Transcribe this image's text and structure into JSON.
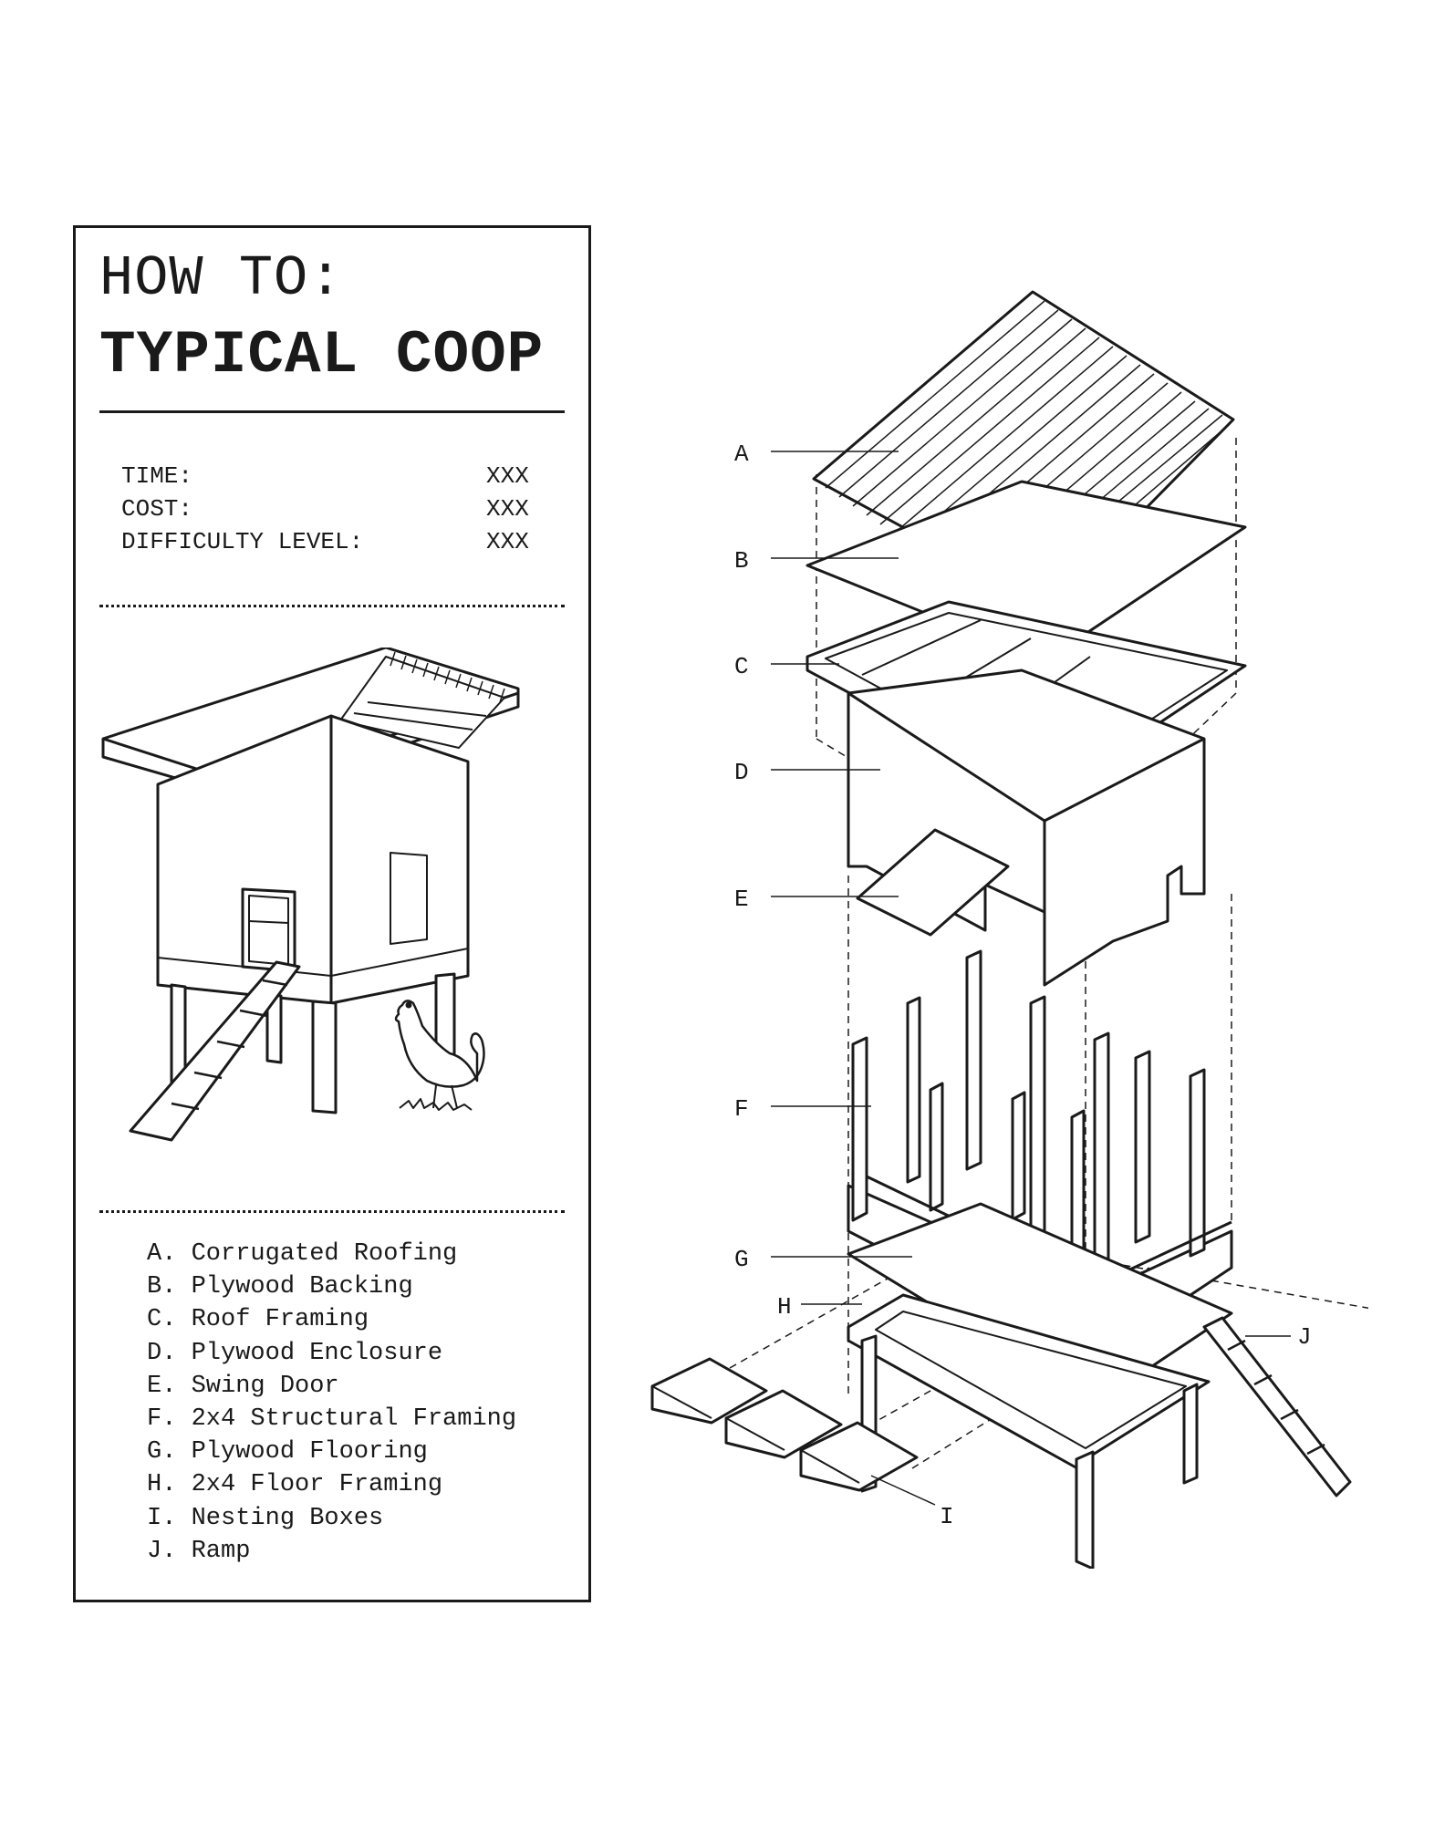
{
  "title": {
    "line1": "HOW TO:",
    "line2": "TYPICAL COOP"
  },
  "specs": [
    {
      "label": "TIME:",
      "value": "XXX"
    },
    {
      "label": "COST:",
      "value": "XXX"
    },
    {
      "label": "DIFFICULTY LEVEL:",
      "value": "XXX"
    }
  ],
  "parts": [
    {
      "letter": "A",
      "text": "A. Corrugated Roofing"
    },
    {
      "letter": "B",
      "text": "B. Plywood Backing"
    },
    {
      "letter": "C",
      "text": "C. Roof Framing"
    },
    {
      "letter": "D",
      "text": "D. Plywood Enclosure"
    },
    {
      "letter": "E",
      "text": "E. Swing Door"
    },
    {
      "letter": "F",
      "text": "F. 2x4 Structural Framing"
    },
    {
      "letter": "G",
      "text": "G. Plywood Flooring"
    },
    {
      "letter": "H",
      "text": "H. 2x4 Floor Framing"
    },
    {
      "letter": "I",
      "text": "I. Nesting Boxes"
    },
    {
      "letter": "J",
      "text": "J. Ramp"
    }
  ],
  "callouts": [
    "A",
    "B",
    "C",
    "D",
    "E",
    "F",
    "G",
    "H",
    "I",
    "J"
  ],
  "colors": {
    "ink": "#1a1a1a",
    "paper": "#ffffff"
  },
  "icons": [
    "chicken-icon"
  ]
}
